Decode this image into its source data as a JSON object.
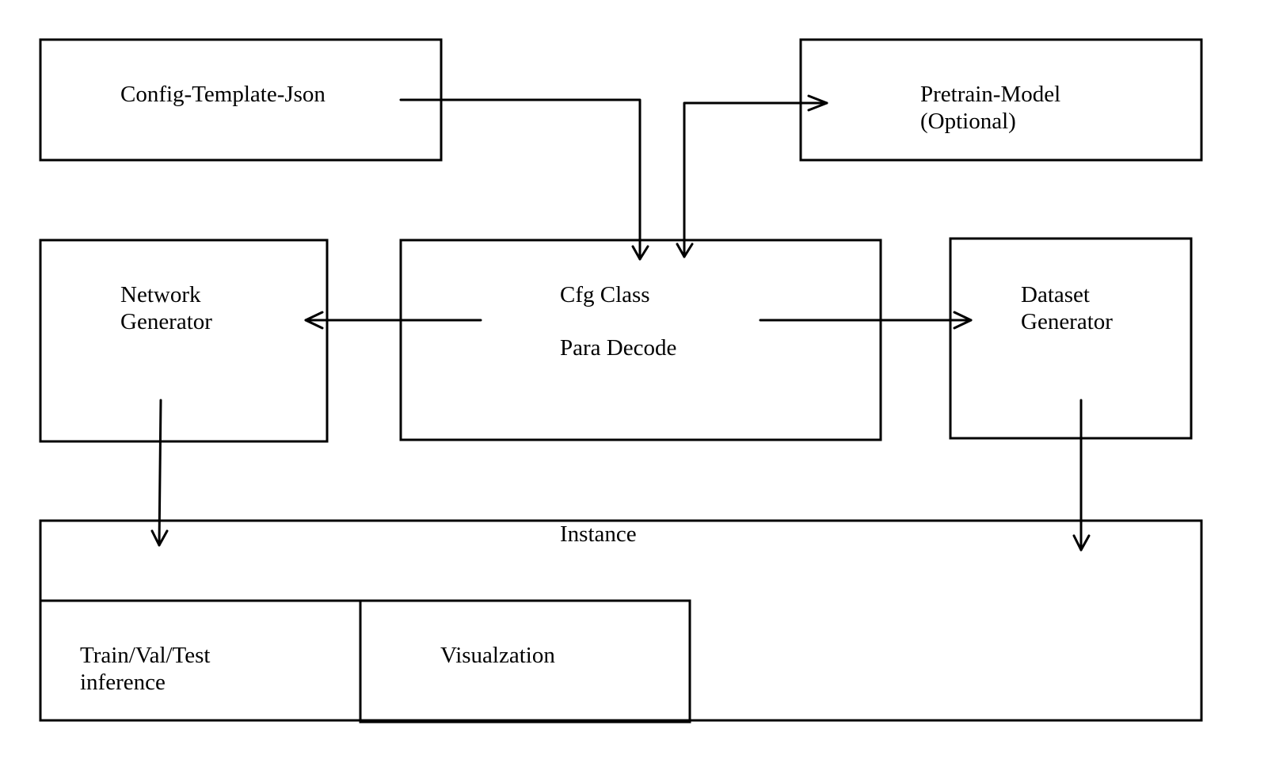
{
  "nodes": {
    "config_template": {
      "lines": [
        "Config-Template-Json"
      ]
    },
    "pretrain_model": {
      "lines": [
        "Pretrain-Model",
        "(Optional)"
      ]
    },
    "network_generator": {
      "lines": [
        "Network",
        "Generator"
      ]
    },
    "cfg_class": {
      "lines": [
        "Cfg Class",
        "Para Decode"
      ]
    },
    "dataset_generator": {
      "lines": [
        "Dataset",
        "Generator"
      ]
    },
    "instance": {
      "lines": [
        "Instance"
      ]
    },
    "train_val_test": {
      "lines": [
        "Train/Val/Test",
        "inference"
      ]
    },
    "visualization": {
      "lines": [
        "Visualzation"
      ]
    }
  },
  "edges": [
    {
      "from": "config_template",
      "to": "cfg_class"
    },
    {
      "from": "cfg_class",
      "to": "pretrain_model",
      "bidirectional": true
    },
    {
      "from": "cfg_class",
      "to": "network_generator"
    },
    {
      "from": "cfg_class",
      "to": "dataset_generator"
    },
    {
      "from": "network_generator",
      "to": "instance"
    },
    {
      "from": "dataset_generator",
      "to": "instance"
    }
  ]
}
